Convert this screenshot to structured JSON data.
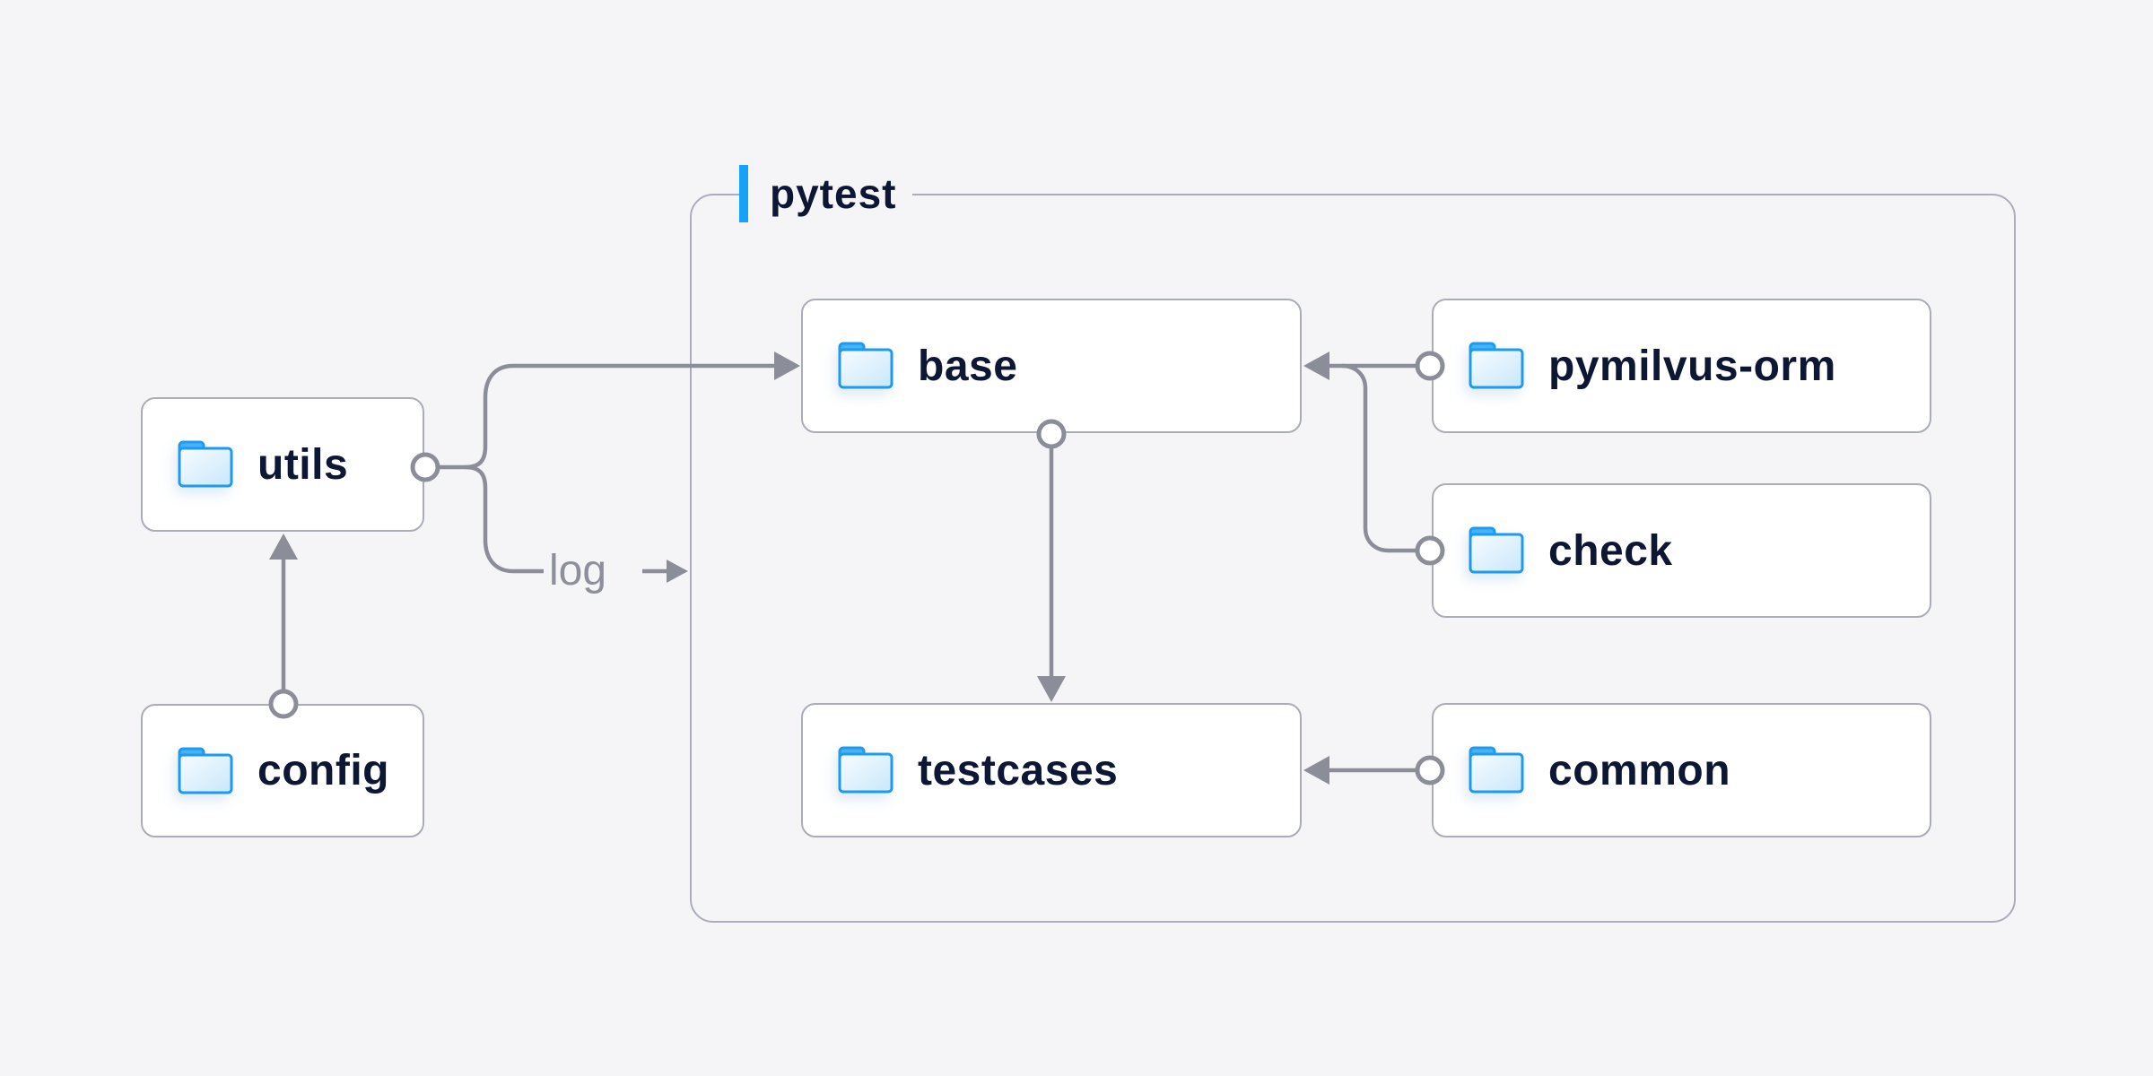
{
  "diagram": {
    "background": "#f5f5f7",
    "accent_blue": "#14a3f7",
    "line_color": "#8b8e99",
    "node_border_color": "#aaadb8",
    "node_fill": "#ffffff",
    "label_color": "#0d1633",
    "group": {
      "label": "pytest"
    },
    "nodes": {
      "utils": {
        "label": "utils",
        "icon": "folder-icon"
      },
      "config": {
        "label": "config",
        "icon": "folder-icon"
      },
      "base": {
        "label": "base",
        "icon": "folder-icon"
      },
      "testcases": {
        "label": "testcases",
        "icon": "folder-icon"
      },
      "pymilvus_orm": {
        "label": "pymilvus-orm",
        "icon": "folder-icon"
      },
      "check": {
        "label": "check",
        "icon": "folder-icon"
      },
      "common": {
        "label": "common",
        "icon": "folder-icon"
      }
    },
    "edge_label": "log",
    "edges": [
      {
        "from": "config",
        "to": "utils"
      },
      {
        "from": "utils",
        "to": "base"
      },
      {
        "from": "utils",
        "to": "log"
      },
      {
        "from": "base",
        "to": "testcases"
      },
      {
        "from": "pymilvus_orm",
        "to": "base"
      },
      {
        "from": "check",
        "to": "base"
      },
      {
        "from": "common",
        "to": "testcases"
      }
    ]
  }
}
